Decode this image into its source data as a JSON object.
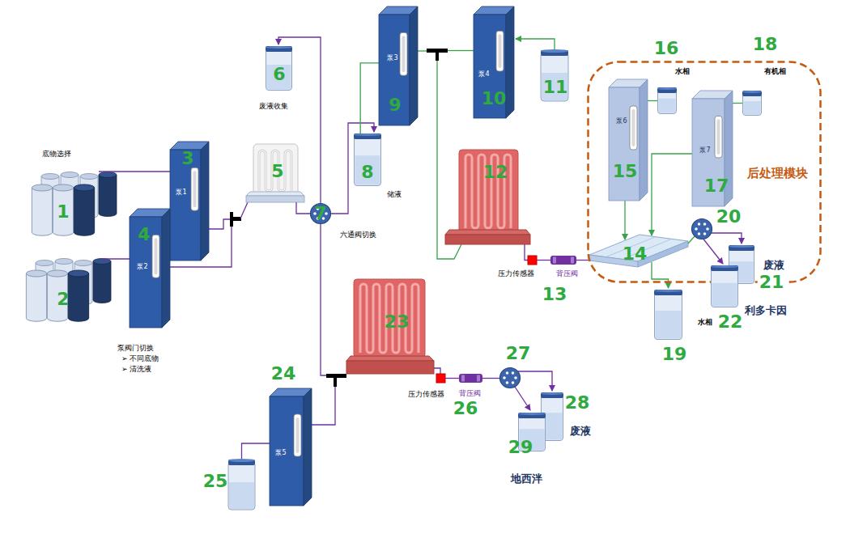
{
  "diagram": {
    "nodes": [
      {
        "text": [
          "泵1"
        ]
      },
      {
        "text": [
          "泵2"
        ]
      },
      {
        "text": [
          "废液收集"
        ]
      },
      {
        "text": [
          "储液"
        ]
      },
      {
        "text": [
          "泵3"
        ]
      },
      {
        "text": [
          "泵4"
        ]
      },
      {
        "text": [
          "后处理模块"
        ]
      },
      {
        "text": [
          "泵6"
        ],
        "in": 6
      },
      {
        "text": [
          "水相"
        ],
        "in": 6
      },
      {
        "text": [
          "泵7"
        ],
        "in": 6
      },
      {
        "text": [
          "有机相"
        ],
        "in": 6
      },
      {
        "text": [
          "废液"
        ],
        "in": 6
      },
      {
        "text": [
          "利多卡因"
        ]
      },
      {
        "text": [
          "水相"
        ]
      },
      {
        "text": [
          "泵5"
        ]
      },
      {
        "text": [
          "废液"
        ]
      },
      {
        "text": [
          "地西泮"
        ]
      }
    ],
    "edges": [
      {
        "from": 3,
        "to": 4,
        "arrow": "none"
      },
      {
        "from": 8,
        "to": 7,
        "arrow": "none"
      },
      {
        "from": 10,
        "to": 9,
        "arrow": "none"
      }
    ],
    "labels": [
      "底物选择",
      "1",
      "2",
      "3",
      "4",
      "5",
      "6",
      "7",
      "8",
      "9",
      "10",
      "11",
      "12",
      "13",
      "14",
      "15",
      "16",
      "17",
      "18",
      "19",
      "20",
      "21",
      "22",
      "23",
      "24",
      "25",
      "26",
      "27",
      "28",
      "29",
      "六通阀切换",
      "泵阀门切换",
      "➢ 不同底物",
      "➢ 清洗液",
      "压力传感器",
      "背压阀",
      "压力传感器",
      "背压阀"
    ]
  }
}
